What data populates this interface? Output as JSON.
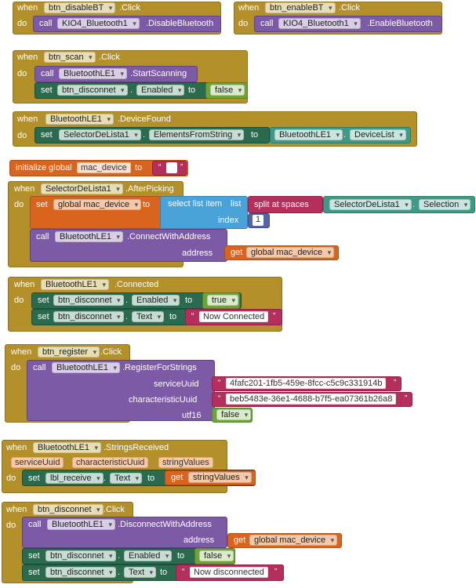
{
  "kw": {
    "when": "when",
    "do": "do",
    "call": "call",
    "set": "set",
    "to": "to",
    "get": "get",
    "initialize_global": "initialize global",
    "list": "list",
    "index": "index",
    "split_at_spaces": "split at spaces",
    "select_list_item": "select list item"
  },
  "b1": {
    "component": "btn_disableBT",
    "event": ".Click",
    "callee": "KIO4_Bluetooth1",
    "method": ".DisableBluetooth"
  },
  "b2": {
    "component": "btn_enableBT",
    "event": ".Click",
    "callee": "KIO4_Bluetooth1",
    "method": ".EnableBluetooth"
  },
  "b3": {
    "component": "btn_scan",
    "event": ".Click",
    "callee": "BluetoothLE1",
    "method": ".StartScanning",
    "set_comp": "btn_disconnet",
    "set_prop": "Enabled",
    "value": "false"
  },
  "b4": {
    "component": "BluetoothLE1",
    "event": ".DeviceFound",
    "set_comp": "SelectorDeLista1",
    "set_prop": "ElementsFromString",
    "get_comp": "BluetoothLE1",
    "get_prop": "DeviceList"
  },
  "b5": {
    "var": "mac_device"
  },
  "b6": {
    "component": "SelectorDeLista1",
    "event": ".AfterPicking",
    "var": "global mac_device",
    "sel_comp": "SelectorDeLista1",
    "sel_prop": "Selection",
    "index": "1",
    "callee": "BluetoothLE1",
    "method": ".ConnectWithAddress",
    "arg": "address",
    "get_var": "global mac_device"
  },
  "b7": {
    "component": "BluetoothLE1",
    "event": ".Connected",
    "set1_comp": "btn_disconnet",
    "set1_prop": "Enabled",
    "set1_val": "true",
    "set2_comp": "btn_disconnet",
    "set2_prop": "Text",
    "set2_val": "Now Connected"
  },
  "b8": {
    "component": "btn_register",
    "event": ".Click",
    "callee": "BluetoothLE1",
    "method": ".RegisterForStrings",
    "arg1": "serviceUuid",
    "val1": "4fafc201-1fb5-459e-8fcc-c5c9c331914b",
    "arg2": "characteristicUuid",
    "val2": "beb5483e-36e1-4688-b7f5-ea07361b26a8",
    "arg3": "utf16",
    "val3": "false"
  },
  "b9": {
    "component": "BluetoothLE1",
    "event": ".StringsReceived",
    "p1": "serviceUuid",
    "p2": "characteristicUuid",
    "p3": "stringValues",
    "set_comp": "lbl_receive",
    "set_prop": "Text",
    "get_var": "stringValues"
  },
  "b10": {
    "component": "btn_disconnet",
    "event": ".Click",
    "callee": "BluetoothLE1",
    "method": ".DisconnectWithAddress",
    "arg": "address",
    "get_var": "global mac_device",
    "set1_comp": "btn_disconnet",
    "set1_prop": "Enabled",
    "set1_val": "false",
    "set2_comp": "btn_disconnet",
    "set2_prop": "Text",
    "set2_val": "Now disconnected"
  },
  "colors": {
    "event": "#b3902a",
    "call": "#7c5aa6",
    "setter": "#2a6a4f",
    "variable": "#d8641d",
    "logic": "#6da43a",
    "getter": "#3d9a86",
    "list": "#4aa3d8",
    "math": "#5862a8",
    "text": "#b62e5c"
  }
}
